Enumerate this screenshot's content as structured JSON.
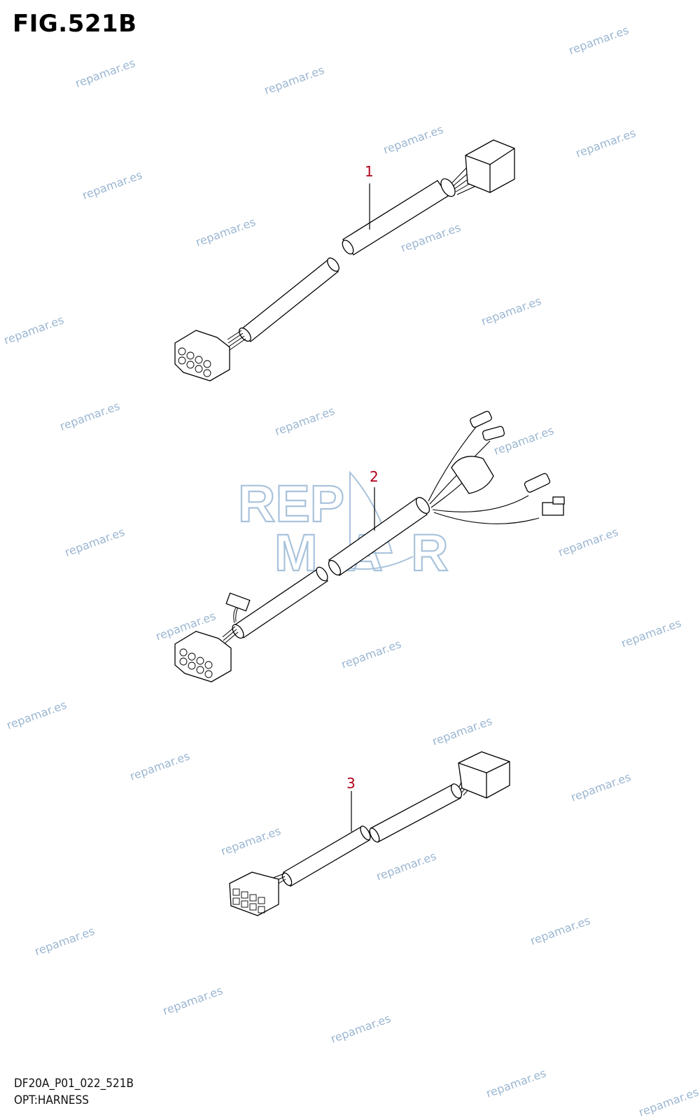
{
  "figure": {
    "title": "FIG.521B",
    "code": "DF20A_P01_022_521B",
    "description": "OPT:HARNESS"
  },
  "callouts": [
    {
      "id": "1",
      "label": "1"
    },
    {
      "id": "2",
      "label": "2"
    },
    {
      "id": "3",
      "label": "3"
    }
  ],
  "watermark": {
    "text": "repamar.es",
    "logo_top": "REP",
    "logo_bottom": "MAR",
    "color": "#9bb6d2"
  }
}
